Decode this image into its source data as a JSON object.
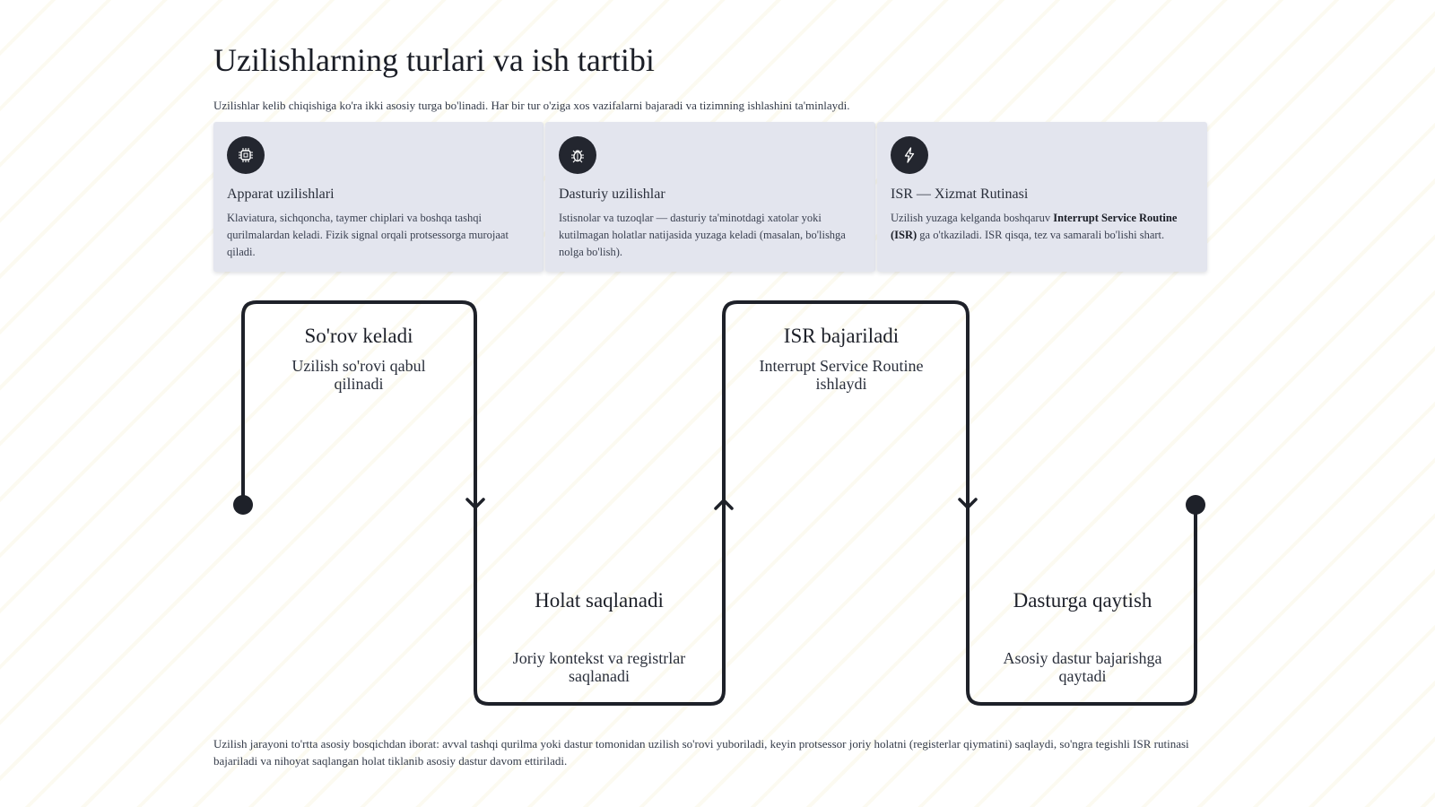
{
  "title": "Uzilishlarning turlari va ish tartibi",
  "intro": "Uzilishlar kelib chiqishiga ko'ra ikki asosiy turga bo'linadi. Har bir tur o'ziga xos vazifalarni bajaradi va tizimning ishlashini ta'minlaydi.",
  "cards": [
    {
      "icon": "chip-icon",
      "title": "Apparat uzilishlari",
      "text": "Klaviatura, sichqoncha, taymer chiplari va boshqa tashqi qurilmalardan keladi. Fizik signal orqali protsessorga murojaat qiladi."
    },
    {
      "icon": "bug-icon",
      "title": "Dasturiy uzilishlar",
      "text": "Istisnolar va tuzoqlar — dasturiy ta'minotdagi xatolar yoki kutilmagan holatlar natijasida yuzaga keladi (masalan, bo'lishga nolga bo'lish)."
    },
    {
      "icon": "lightning-icon",
      "title": "ISR — Xizmat Rutinasi",
      "text_pre": "Uzilish yuzaga kelganda boshqaruv ",
      "text_bold": "Interrupt Service Routine (ISR)",
      "text_post": " ga o'tkaziladi. ISR qisqa, tez va samarali bo'lishi shart."
    }
  ],
  "steps": [
    {
      "title": "So'rov keladi",
      "desc": "Uzilish so'rovi qabul qilinadi"
    },
    {
      "title": "Holat saqlanadi",
      "desc": "Joriy kontekst va registrlar saqlanadi"
    },
    {
      "title": "ISR bajariladi",
      "desc": "Interrupt Service Routine ishlaydi"
    },
    {
      "title": "Dasturga qaytish",
      "desc": "Asosiy dastur bajarishga qaytadi"
    }
  ],
  "footer": "Uzilish jarayoni to'rtta asosiy bosqichdan iborat: avval tashqi qurilma yoki dastur tomonidan uzilish so'rovi yuboriladi, keyin protsessor joriy holatni (registerlar qiymatini) saqlaydi, so'ngra tegishli ISR rutinasi bajariladi va nihoyat saqlangan holat tiklanib asosiy dastur davom ettiriladi.",
  "colors": {
    "line": "#1e2129",
    "card_bg": "#e3e5ee",
    "icon_bg": "#23262f"
  }
}
